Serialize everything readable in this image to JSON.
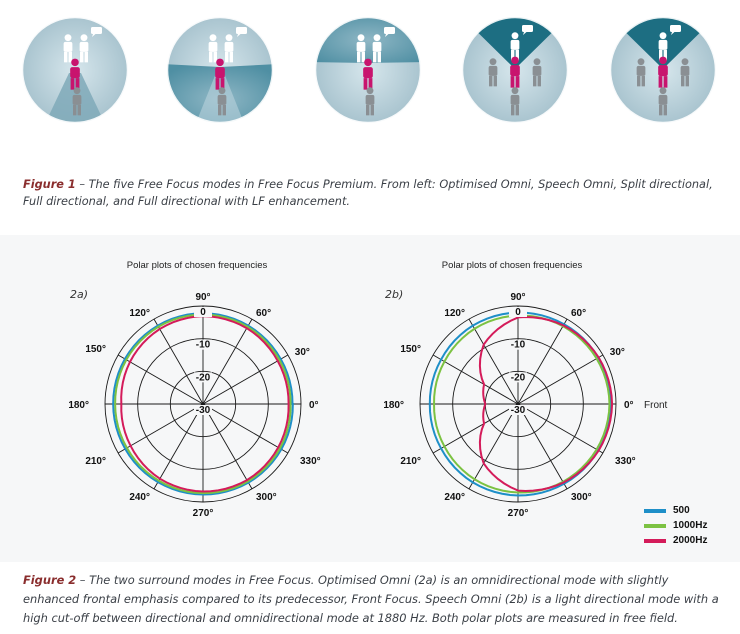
{
  "figure1": {
    "modes": [
      {
        "name": "Optimised Omni",
        "zone": "rear-light"
      },
      {
        "name": "Speech Omni",
        "zone": "rear-fan"
      },
      {
        "name": "Split directional",
        "zone": "split"
      },
      {
        "name": "Full directional",
        "zone": "front"
      },
      {
        "name": "Full directional with LF enhancement",
        "zone": "front-lf"
      }
    ],
    "caption_label": "Figure 1",
    "caption_text": " – The five Free Focus modes in Free Focus Premium.  From left: Optimised Omni, Speech Omni, Split directional, Full directional, and Full directional with LF enhancement.",
    "colors": {
      "outer": "#a9c4cf",
      "inner": "#4f8fa3",
      "dark": "#1d6e82",
      "listener": "#c8146e",
      "person_light": "#ffffff",
      "person_grey": "#8a8f93"
    }
  },
  "chart_data": [
    {
      "type": "polar",
      "panel_label": "2a)",
      "title": "Polar plots of chosen frequencies",
      "radial_ticks": [
        "0",
        "-10",
        "-20",
        "-30"
      ],
      "radial_range": [
        -30,
        0
      ],
      "angle_labels": [
        "0°",
        "30°",
        "60°",
        "90°",
        "120°",
        "150°",
        "180°",
        "210°",
        "240°",
        "270°",
        "300°",
        "330°"
      ],
      "front_label": "",
      "series": [
        {
          "name": "500",
          "color": "#1e8fc8",
          "r_db": [
            -2.6,
            -2.5,
            -2.3,
            -2.2,
            -2.3,
            -2.4,
            -2.5,
            -2.5,
            -2.4,
            -2.3,
            -2.2,
            -2.3,
            -2.5
          ]
        },
        {
          "name": "1000Hz",
          "color": "#7cc242",
          "r_db": [
            -3.2,
            -3.0,
            -2.7,
            -2.6,
            -2.7,
            -2.9,
            -3.1,
            -3.1,
            -2.9,
            -2.7,
            -2.6,
            -2.8,
            -3.2
          ]
        },
        {
          "name": "2000Hz",
          "color": "#d41b5a",
          "r_db": [
            -3.8,
            -3.6,
            -3.2,
            -3.1,
            -3.5,
            -4.2,
            -5.0,
            -4.4,
            -3.6,
            -3.2,
            -3.1,
            -3.4,
            -3.8
          ]
        }
      ]
    },
    {
      "type": "polar",
      "panel_label": "2b)",
      "title": "Polar plots of chosen frequencies",
      "radial_ticks": [
        "0",
        "-10",
        "-20",
        "-30"
      ],
      "radial_range": [
        -30,
        0
      ],
      "angle_labels": [
        "0°",
        "30°",
        "60°",
        "90°",
        "120°",
        "150°",
        "180°",
        "210°",
        "240°",
        "270°",
        "300°",
        "330°"
      ],
      "front_label": "Front",
      "series": [
        {
          "name": "500",
          "color": "#1e8fc8",
          "r_db": [
            -1.5,
            -1.6,
            -1.8,
            -2.0,
            -2.3,
            -2.8,
            -3.0,
            -2.8,
            -2.3,
            -2.0,
            -1.8,
            -1.6,
            -1.5
          ]
        },
        {
          "name": "1000Hz",
          "color": "#7cc242",
          "r_db": [
            -2.0,
            -2.2,
            -2.5,
            -2.9,
            -3.4,
            -4.0,
            -4.3,
            -4.0,
            -3.4,
            -2.9,
            -2.5,
            -2.2,
            -2.0
          ]
        },
        {
          "name": "2000Hz",
          "color": "#d41b5a",
          "r_db": [
            -1.2,
            -1.5,
            -2.2,
            -3.5,
            -9.0,
            -18.0,
            -20.0,
            -18.0,
            -9.0,
            -3.5,
            -2.2,
            -1.5,
            -1.2
          ]
        }
      ]
    }
  ],
  "legend": {
    "items": [
      {
        "label": "500",
        "color": "#1e8fc8"
      },
      {
        "label": "1000Hz",
        "color": "#7cc242"
      },
      {
        "label": "2000Hz",
        "color": "#d41b5a"
      }
    ]
  },
  "caption2": {
    "label": "Figure 2",
    "text": " – The two surround modes in Free Focus. Optimised Omni (2a) is an omnidirectional mode with slightly enhanced frontal emphasis compared to its predecessor, Front Focus. Speech Omni (2b) is a light directional mode with a high cut-off between directional and omnidirectional mode at 1880 Hz. Both polar plots are measured in free field."
  }
}
